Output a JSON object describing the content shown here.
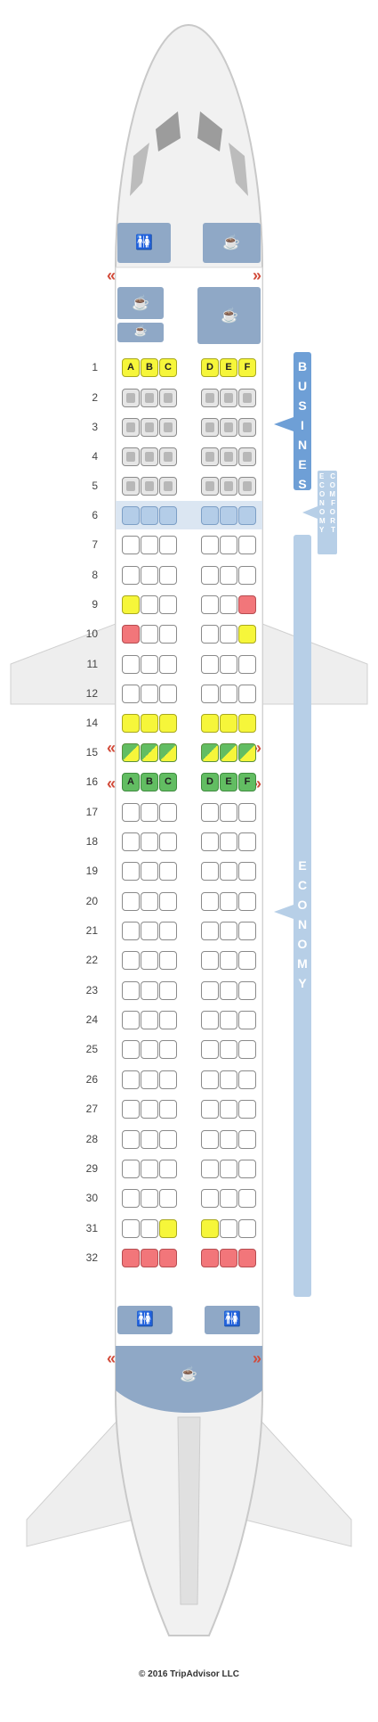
{
  "cabins": {
    "business": "BUSINESS",
    "economy_comfort": [
      "ECONOMY",
      "COMFORT"
    ],
    "economy": "ECONOMY"
  },
  "colors": {
    "fuselage_fill": "#f1f1f1",
    "fuselage_stroke": "#c9c9c9",
    "facility_blue": "#8fa8c6",
    "cabin_bar_business": "#6e9fd6",
    "cabin_bar_economy": "#b7cfe7",
    "exit_chevron": "#d24b3a"
  },
  "legend_icons": {
    "galley": "coffee-cup-icon",
    "lavatory": "lavatory-icon",
    "exit": "exit-chevron-icon"
  },
  "rows": [
    {
      "num": "1",
      "seats": [
        "A",
        "B",
        "C",
        "D",
        "E",
        "F"
      ],
      "kinds": [
        "yellow",
        "yellow",
        "yellow",
        "yellow",
        "yellow",
        "yellow"
      ],
      "business": true
    },
    {
      "num": "2",
      "seats": [
        "",
        "",
        "",
        "",
        "",
        ""
      ],
      "kinds": [
        "plain",
        "plain",
        "plain",
        "plain",
        "plain",
        "plain"
      ],
      "business": true
    },
    {
      "num": "3",
      "seats": [
        "",
        "",
        "",
        "",
        "",
        ""
      ],
      "kinds": [
        "plain",
        "plain",
        "plain",
        "plain",
        "plain",
        "plain"
      ],
      "business": true
    },
    {
      "num": "4",
      "seats": [
        "",
        "",
        "",
        "",
        "",
        ""
      ],
      "kinds": [
        "plain",
        "plain",
        "plain",
        "plain",
        "plain",
        "plain"
      ],
      "business": true
    },
    {
      "num": "5",
      "seats": [
        "",
        "",
        "",
        "",
        "",
        ""
      ],
      "kinds": [
        "plain",
        "plain",
        "plain",
        "plain",
        "plain",
        "plain"
      ],
      "business": true
    },
    {
      "num": "6",
      "seats": [
        "",
        "",
        "",
        "",
        "",
        ""
      ],
      "kinds": [
        "blue",
        "blue",
        "blue",
        "blue",
        "blue",
        "blue"
      ]
    },
    {
      "num": "7",
      "seats": [
        "",
        "",
        "",
        "",
        "",
        ""
      ],
      "kinds": [
        "plain",
        "plain",
        "plain",
        "plain",
        "plain",
        "plain"
      ]
    },
    {
      "num": "8",
      "seats": [
        "",
        "",
        "",
        "",
        "",
        ""
      ],
      "kinds": [
        "plain",
        "plain",
        "plain",
        "plain",
        "plain",
        "plain"
      ]
    },
    {
      "num": "9",
      "seats": [
        "",
        "",
        "",
        "",
        "",
        ""
      ],
      "kinds": [
        "yellow",
        "plain",
        "plain",
        "plain",
        "plain",
        "red"
      ]
    },
    {
      "num": "10",
      "seats": [
        "",
        "",
        "",
        "",
        "",
        ""
      ],
      "kinds": [
        "red",
        "plain",
        "plain",
        "plain",
        "plain",
        "yellow"
      ]
    },
    {
      "num": "11",
      "seats": [
        "",
        "",
        "",
        "",
        "",
        ""
      ],
      "kinds": [
        "plain",
        "plain",
        "plain",
        "plain",
        "plain",
        "plain"
      ]
    },
    {
      "num": "12",
      "seats": [
        "",
        "",
        "",
        "",
        "",
        ""
      ],
      "kinds": [
        "plain",
        "plain",
        "plain",
        "plain",
        "plain",
        "plain"
      ]
    },
    {
      "num": "14",
      "seats": [
        "",
        "",
        "",
        "",
        "",
        ""
      ],
      "kinds": [
        "yellow",
        "yellow",
        "yellow",
        "yellow",
        "yellow",
        "yellow"
      ]
    },
    {
      "num": "15",
      "seats": [
        "",
        "",
        "",
        "",
        "",
        ""
      ],
      "kinds": [
        "green-yellow",
        "green-yellow",
        "green-yellow",
        "green-yellow",
        "green-yellow",
        "green-yellow"
      ]
    },
    {
      "num": "16",
      "seats": [
        "A",
        "B",
        "C",
        "D",
        "E",
        "F"
      ],
      "kinds": [
        "green",
        "green",
        "green",
        "green",
        "green",
        "green"
      ]
    },
    {
      "num": "17",
      "seats": [
        "",
        "",
        "",
        "",
        "",
        ""
      ],
      "kinds": [
        "plain",
        "plain",
        "plain",
        "plain",
        "plain",
        "plain"
      ]
    },
    {
      "num": "18",
      "seats": [
        "",
        "",
        "",
        "",
        "",
        ""
      ],
      "kinds": [
        "plain",
        "plain",
        "plain",
        "plain",
        "plain",
        "plain"
      ]
    },
    {
      "num": "19",
      "seats": [
        "",
        "",
        "",
        "",
        "",
        ""
      ],
      "kinds": [
        "plain",
        "plain",
        "plain",
        "plain",
        "plain",
        "plain"
      ]
    },
    {
      "num": "20",
      "seats": [
        "",
        "",
        "",
        "",
        "",
        ""
      ],
      "kinds": [
        "plain",
        "plain",
        "plain",
        "plain",
        "plain",
        "plain"
      ]
    },
    {
      "num": "21",
      "seats": [
        "",
        "",
        "",
        "",
        "",
        ""
      ],
      "kinds": [
        "plain",
        "plain",
        "plain",
        "plain",
        "plain",
        "plain"
      ]
    },
    {
      "num": "22",
      "seats": [
        "",
        "",
        "",
        "",
        "",
        ""
      ],
      "kinds": [
        "plain",
        "plain",
        "plain",
        "plain",
        "plain",
        "plain"
      ]
    },
    {
      "num": "23",
      "seats": [
        "",
        "",
        "",
        "",
        "",
        ""
      ],
      "kinds": [
        "plain",
        "plain",
        "plain",
        "plain",
        "plain",
        "plain"
      ]
    },
    {
      "num": "24",
      "seats": [
        "",
        "",
        "",
        "",
        "",
        ""
      ],
      "kinds": [
        "plain",
        "plain",
        "plain",
        "plain",
        "plain",
        "plain"
      ]
    },
    {
      "num": "25",
      "seats": [
        "",
        "",
        "",
        "",
        "",
        ""
      ],
      "kinds": [
        "plain",
        "plain",
        "plain",
        "plain",
        "plain",
        "plain"
      ]
    },
    {
      "num": "26",
      "seats": [
        "",
        "",
        "",
        "",
        "",
        ""
      ],
      "kinds": [
        "plain",
        "plain",
        "plain",
        "plain",
        "plain",
        "plain"
      ]
    },
    {
      "num": "27",
      "seats": [
        "",
        "",
        "",
        "",
        "",
        ""
      ],
      "kinds": [
        "plain",
        "plain",
        "plain",
        "plain",
        "plain",
        "plain"
      ]
    },
    {
      "num": "28",
      "seats": [
        "",
        "",
        "",
        "",
        "",
        ""
      ],
      "kinds": [
        "plain",
        "plain",
        "plain",
        "plain",
        "plain",
        "plain"
      ]
    },
    {
      "num": "29",
      "seats": [
        "",
        "",
        "",
        "",
        "",
        ""
      ],
      "kinds": [
        "plain",
        "plain",
        "plain",
        "plain",
        "plain",
        "plain"
      ]
    },
    {
      "num": "30",
      "seats": [
        "",
        "",
        "",
        "",
        "",
        ""
      ],
      "kinds": [
        "plain",
        "plain",
        "plain",
        "plain",
        "plain",
        "plain"
      ]
    },
    {
      "num": "31",
      "seats": [
        "",
        "",
        "",
        "",
        "",
        ""
      ],
      "kinds": [
        "plain",
        "plain",
        "yellow",
        "yellow",
        "plain",
        "plain"
      ]
    },
    {
      "num": "32",
      "seats": [
        "",
        "",
        "",
        "",
        "",
        ""
      ],
      "kinds": [
        "red",
        "red",
        "red",
        "red",
        "red",
        "red"
      ]
    }
  ],
  "copyright": "© 2016 TripAdvisor LLC"
}
